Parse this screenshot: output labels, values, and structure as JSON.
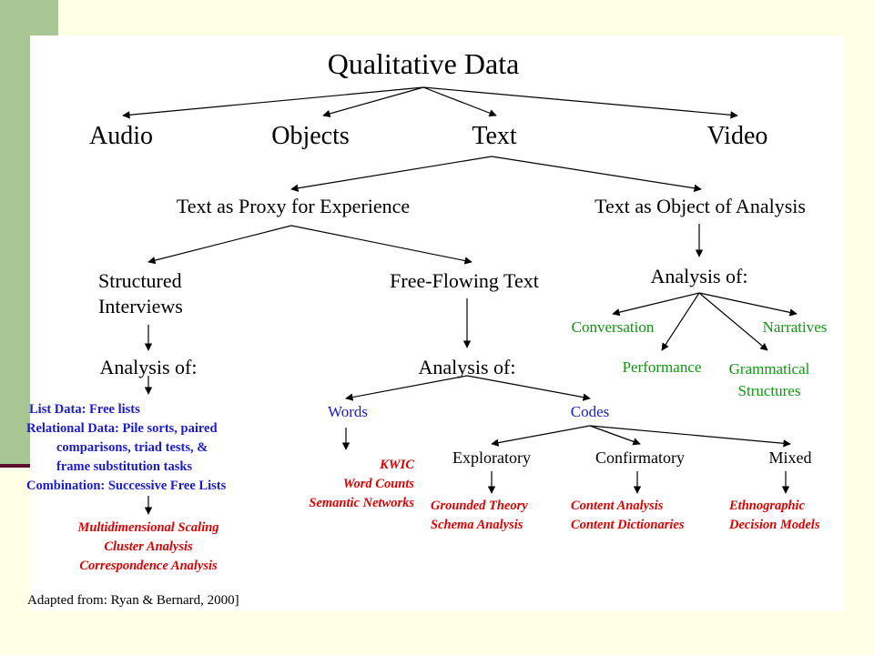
{
  "root": "Qualitative Data",
  "media": [
    "Audio",
    "Objects",
    "Text",
    "Video"
  ],
  "text_branches": {
    "proxy": "Text as Proxy for Experience",
    "object": "Text as Object of Analysis"
  },
  "proxy_children": {
    "structured": "Structured\nInterviews",
    "free_flowing": "Free-Flowing Text"
  },
  "structured_analysis": {
    "heading": "Analysis of:",
    "data_types": [
      "List Data: Free lists",
      "Relational Data: Pile sorts, paired",
      "comparisons, triad tests, &",
      "frame substitution tasks",
      "Combination: Successive Free Lists"
    ],
    "methods": [
      "Multidimensional Scaling",
      "Cluster Analysis",
      "Correspondence Analysis"
    ]
  },
  "free_flowing_analysis": {
    "heading": "Analysis of:",
    "words": "Words",
    "codes": "Codes",
    "word_methods": [
      "KWIC",
      "Word Counts",
      "Semantic Networks"
    ],
    "code_types": [
      "Exploratory",
      "Confirmatory",
      "Mixed"
    ],
    "exploratory_methods": [
      "Grounded Theory",
      "Schema Analysis"
    ],
    "confirmatory_methods": [
      "Content Analysis",
      "Content Dictionaries"
    ],
    "mixed_methods": [
      "Ethnographic",
      "Decision Models"
    ]
  },
  "object_analysis": {
    "heading": "Analysis of:",
    "items": [
      "Conversation",
      "Narratives",
      "Performance",
      "Grammatical\nStructures"
    ]
  },
  "citation": "Adapted from: Ryan & Bernard, 2000]",
  "colors": {
    "green_bar": "#a8c594",
    "background": "#ffffe6",
    "blue": "#1a1ad0",
    "red": "#e00000",
    "green": "#119611"
  }
}
